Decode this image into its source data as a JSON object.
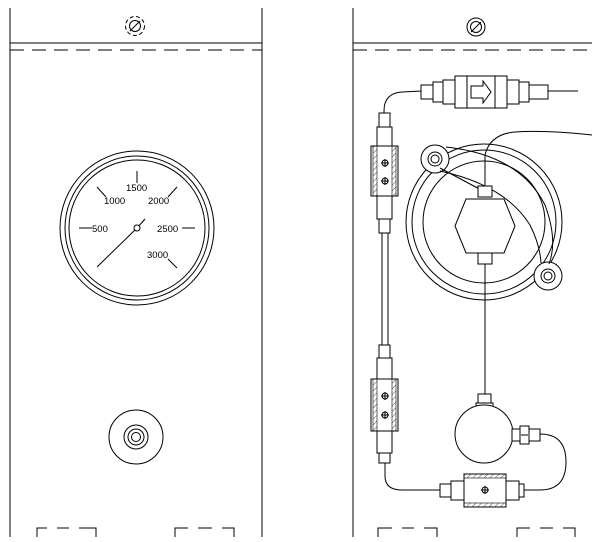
{
  "gauge": {
    "labels": [
      "500",
      "1000",
      "1500",
      "2000",
      "2500",
      "3000"
    ]
  },
  "colors": {
    "line": "#000000",
    "background": "#ffffff"
  },
  "icons": {
    "left_top_symbol": "circle-slash-icon",
    "right_top_symbol": "circle-slash-icon",
    "arrow": "flow-arrow-icon"
  }
}
